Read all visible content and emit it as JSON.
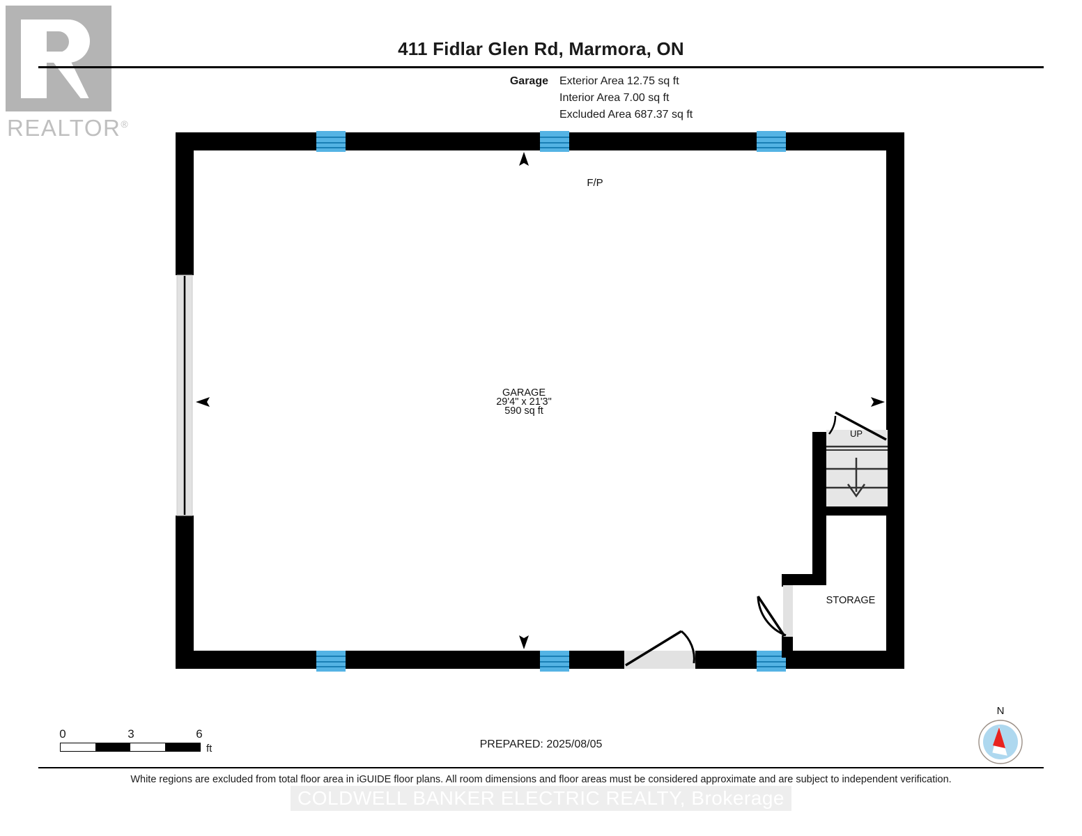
{
  "logo": {
    "brand": "REALTOR",
    "registered_mark": "®",
    "letter": "R"
  },
  "header": {
    "title": "411 Fidlar Glen Rd, Marmora, ON",
    "area_label": "Garage",
    "areas": [
      {
        "label": "Garage",
        "value": "Exterior Area 12.75 sq ft"
      },
      {
        "label": "",
        "value": "Interior Area 7.00 sq ft"
      },
      {
        "label": "",
        "value": "Excluded Area 687.37 sq ft"
      }
    ]
  },
  "floorplan": {
    "rooms": [
      {
        "name": "GARAGE",
        "dimensions": "29'4\" x 21'3\"",
        "area": "590 sq ft"
      },
      {
        "name": "STORAGE",
        "dimensions": "",
        "area": ""
      }
    ],
    "annotations": [
      {
        "name": "fireplace-marker",
        "label": "F/P"
      },
      {
        "name": "stairs-direction",
        "label": "UP"
      }
    ],
    "colors": {
      "wall": "#000000",
      "window": "#54b3e4",
      "door_panel": "#e2e2e2",
      "floor": "#ffffff"
    }
  },
  "scalebar": {
    "ticks": [
      "0",
      "3",
      "6"
    ],
    "unit": "ft"
  },
  "prepared": {
    "text": "PREPARED: 2025/08/05"
  },
  "compass": {
    "north_label": "N"
  },
  "footer": {
    "disclaimer": "White regions are excluded from total floor area in iGUIDE floor plans. All room dimensions and floor areas must be considered approximate and are subject to independent verification.",
    "watermark": "COLDWELL BANKER ELECTRIC REALTY, Brokerage"
  }
}
